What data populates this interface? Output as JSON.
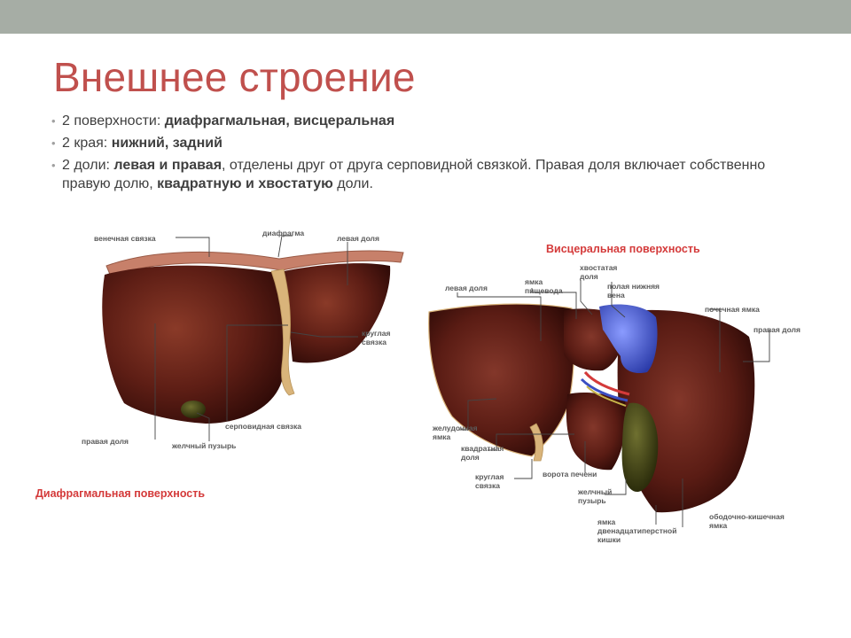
{
  "slide": {
    "title": "Внешнее строение",
    "bullets": [
      {
        "parts": [
          {
            "t": "2 поверхности: "
          },
          {
            "t": "диафрагмальная, висцеральная",
            "b": true
          }
        ]
      },
      {
        "parts": [
          {
            "t": "2 края: "
          },
          {
            "t": "нижний, задний",
            "b": true
          }
        ]
      },
      {
        "parts": [
          {
            "t": "2 доли: "
          },
          {
            "t": "левая и правая",
            "b": true
          },
          {
            "t": ", отделены друг от друга серповидной связкой. Правая доля включает собственно правую долю, "
          },
          {
            "t": "квадратную и хвостатую",
            "b": true
          },
          {
            "t": " доли."
          }
        ]
      }
    ]
  },
  "left_figure": {
    "caption": "Диафрагмальная поверхность",
    "labels": {
      "coronary": "венечная связка",
      "diaphragm": "диафрагма",
      "left_lobe": "левая доля",
      "round_ligament": "круглая\nсвязка",
      "falciform": "серповидная связка",
      "right_lobe": "правая доля",
      "gallbladder": "желчный пузырь"
    }
  },
  "right_figure": {
    "caption": "Висцеральная поверхность",
    "labels": {
      "left_lobe": "левая доля",
      "esophageal": "ямка\nпищевода",
      "caudate": "хвостатая\nдоля",
      "ivc": "полая нижняя\nвена",
      "renal": "почечная ямка",
      "right_lobe": "правая доля",
      "gastric": "желудочная\nямка",
      "quadrate": "квадратная\nдоля",
      "round": "круглая\nсвязка",
      "porta": "ворота печени",
      "gallbladder": "желчный\nпузырь",
      "duodenal": "ямка\nдвенадцатиперстной\nкишки",
      "colic": "ободочно-кишечная\nямка"
    }
  },
  "colors": {
    "title": "#c0504d",
    "caption": "#d43a3a",
    "liver": "#5a1c14",
    "gallbladder": "#3d3f17",
    "vein": "#3b4fc2",
    "ligament": "#d9b47a"
  }
}
